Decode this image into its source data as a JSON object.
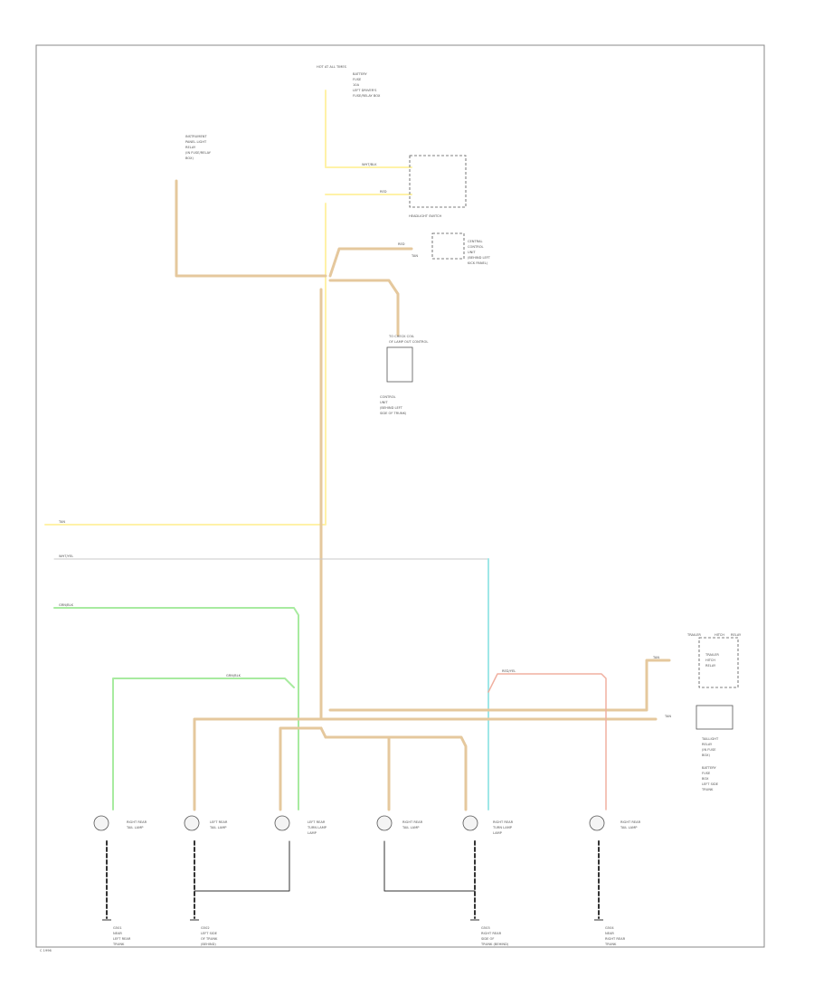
{
  "colors": {
    "tan": "#e5c89d",
    "yellow": "#fff2a8",
    "green": "#a8eba0",
    "cyan": "#9fe7e7",
    "red": "#f0b0a0",
    "gray": "#c9c9c9",
    "black": "#333333"
  },
  "labels": {
    "fuse_box_top": "HOT AT ALL TIMES",
    "fuse_box_sub_1": "BATTERY",
    "fuse_box_sub_2": "FUSE",
    "fuse_box_sub_3": "10A",
    "fuse_box_sub_4": "LEFT DRIVER'S",
    "fuse_box_sub_5": "FUSE/RELAY BOX",
    "instrument_1": "INSTRUMENT",
    "instrument_2": "PANEL LIGHT",
    "instrument_3": "RELAY",
    "instrument_4": "(IN FUSE/RELAY",
    "instrument_5": "BOX)",
    "hl_sw_wire_1": "WHT/BLK",
    "hl_sw_wire_2": "RED",
    "headlight_switch": "HEADLIGHT SWITCH",
    "control_unit_wire_1": "RED",
    "control_unit_wire_2": "TAN",
    "control_1": "CENTRAL",
    "control_2": "CONTROL",
    "control_3": "UNIT",
    "control_4": "(BEHIND LEFT",
    "control_5": "KICK PANEL)",
    "lamp_out_1": "TO CHECK COIL",
    "lamp_out_2": "OF LAMP OUT CONTROL",
    "lamp_out_3": "CONTROL",
    "lamp_out_4": "UNIT",
    "lamp_out_5": "(BEHIND LEFT",
    "lamp_out_6": "SIDE OF TRUNK)",
    "left_wire_1": "TAN",
    "left_wire_2": "WHT/YEL",
    "left_wire_3": "GRN/BLK",
    "center_wire_1": "GRN/BLK",
    "right_wire_1": "RED/YEL",
    "trailer_wire_1": "TAN",
    "trailer_wire_2": "TAN",
    "right_top_1": "TRAILER",
    "right_top_2": "HITCH",
    "right_top_3": "RELAY",
    "trailer_1": "TRAILER",
    "trailer_2": "HITCH",
    "trailer_3": "RELAY",
    "taillight_1": "TAILLIGHT",
    "taillight_2": "RELAY",
    "taillight_3": "(IN FUSE",
    "taillight_4": "BOX)",
    "battery_1": "BATTERY",
    "battery_2": "FUSE",
    "battery_3": "BOX",
    "battery_4": "LEFT SIDE",
    "battery_5": "TRUNK",
    "lamp_1_a": "RIGHT REAR",
    "lamp_1_b": "TAIL LAMP",
    "lamp_2_a": "LEFT REAR",
    "lamp_2_b": "TAIL LAMP",
    "lamp_3_a": "LEFT REAR",
    "lamp_3_b": "TURN LAMP",
    "lamp_3_c": "LAMP",
    "lamp_4_a": "RIGHT REAR",
    "lamp_4_b": "TAIL LAMP",
    "lamp_5_a": "RIGHT REAR",
    "lamp_5_b": "TURN LAMP",
    "lamp_5_c": "LAMP",
    "lamp_6_a": "RIGHT REAR",
    "lamp_6_b": "TAIL LAMP",
    "ground_1_a": "G501",
    "ground_1_b": "NEAR",
    "ground_1_c": "LEFT REAR",
    "ground_1_d": "TRUNK",
    "ground_2_a": "G502",
    "ground_2_b": "LEFT SIDE",
    "ground_2_c": "OF TRUNK",
    "ground_2_d": "(BEHIND)",
    "ground_3_a": "G503",
    "ground_3_b": "RIGHT REAR",
    "ground_3_c": "SIDE OF",
    "ground_3_d": "TRUNK (BEHIND)",
    "ground_4_a": "G504",
    "ground_4_b": "NEAR",
    "ground_4_c": "RIGHT REAR",
    "ground_4_d": "TRUNK",
    "page_id": "C 1996"
  }
}
